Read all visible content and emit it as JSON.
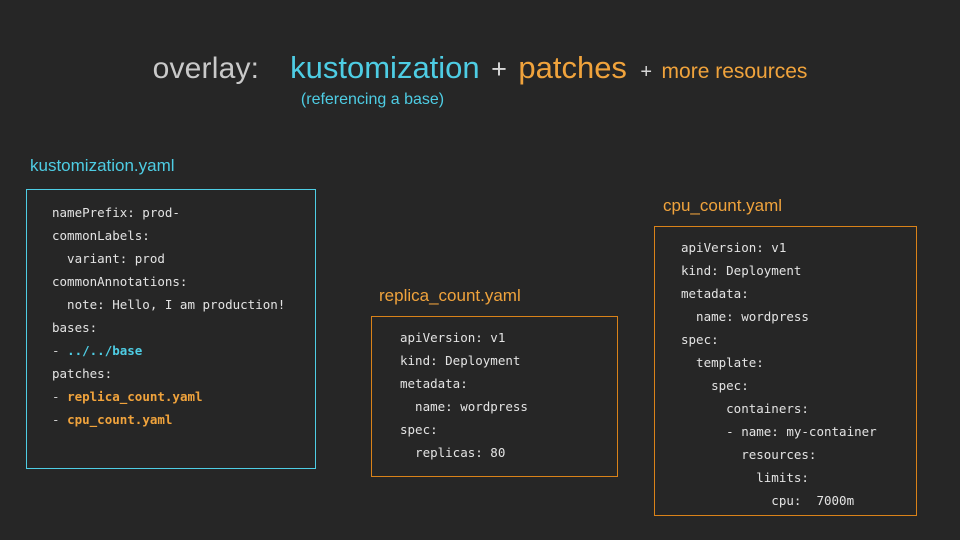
{
  "slide": {
    "background": "#262626",
    "accent_cyan": "#4ecde4",
    "accent_orange": "#f0a33c",
    "border_orange": "#d98219",
    "text_grey": "#c9c9c9",
    "code_text": "#e3e3e3"
  },
  "title": {
    "overlay": "overlay:",
    "kustomization": "kustomization",
    "plus1": "+",
    "patches": "patches",
    "plus2": "+",
    "more_resources": "more resources",
    "subtitle": "(referencing a base)"
  },
  "boxes": {
    "kustomization": {
      "label": "kustomization.yaml",
      "lines": [
        {
          "dash": "",
          "text": "namePrefix: prod-",
          "style": "plain"
        },
        {
          "dash": "",
          "text": "commonLabels:",
          "style": "plain"
        },
        {
          "dash": "",
          "text": "  variant: prod",
          "style": "plain"
        },
        {
          "dash": "",
          "text": "commonAnnotations:",
          "style": "plain"
        },
        {
          "dash": "",
          "text": "  note: Hello, I am production!",
          "style": "plain"
        },
        {
          "dash": "",
          "text": "bases:",
          "style": "plain"
        },
        {
          "dash": "- ",
          "text": "../../base",
          "style": "cyan"
        },
        {
          "dash": "",
          "text": "patches:",
          "style": "plain"
        },
        {
          "dash": "- ",
          "text": "replica_count.yaml",
          "style": "orange"
        },
        {
          "dash": "- ",
          "text": "cpu_count.yaml",
          "style": "orange"
        }
      ]
    },
    "replica_count": {
      "label": "replica_count.yaml",
      "lines": [
        {
          "dash": "",
          "text": "apiVersion: v1",
          "style": "plain"
        },
        {
          "dash": "",
          "text": "kind: Deployment",
          "style": "plain"
        },
        {
          "dash": "",
          "text": "metadata:",
          "style": "plain"
        },
        {
          "dash": "",
          "text": "  name: wordpress",
          "style": "plain"
        },
        {
          "dash": "",
          "text": "spec:",
          "style": "plain"
        },
        {
          "dash": "",
          "text": "  replicas: 80",
          "style": "plain"
        }
      ]
    },
    "cpu_count": {
      "label": "cpu_count.yaml",
      "lines": [
        {
          "dash": "",
          "text": "apiVersion: v1",
          "style": "plain"
        },
        {
          "dash": "",
          "text": "kind: Deployment",
          "style": "plain"
        },
        {
          "dash": "",
          "text": "metadata:",
          "style": "plain"
        },
        {
          "dash": "",
          "text": "  name: wordpress",
          "style": "plain"
        },
        {
          "dash": "",
          "text": "spec:",
          "style": "plain"
        },
        {
          "dash": "",
          "text": "  template:",
          "style": "plain"
        },
        {
          "dash": "",
          "text": "    spec:",
          "style": "plain"
        },
        {
          "dash": "",
          "text": "      containers:",
          "style": "plain"
        },
        {
          "dash": "",
          "text": "      - name: my-container",
          "style": "plain"
        },
        {
          "dash": "",
          "text": "        resources:",
          "style": "plain"
        },
        {
          "dash": "",
          "text": "          limits:",
          "style": "plain"
        },
        {
          "dash": "",
          "text": "            cpu:  7000m",
          "style": "plain"
        }
      ]
    }
  }
}
